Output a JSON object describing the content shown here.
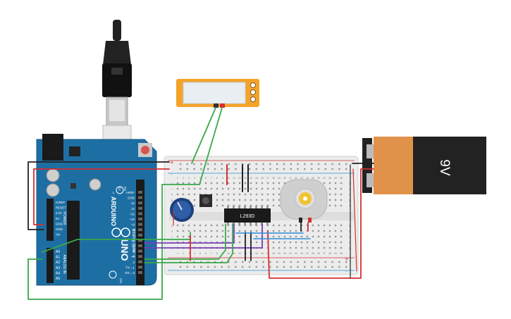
{
  "arduino": {
    "brand": "ARDUINO",
    "model": "UNO",
    "header_labels": [
      "AREF",
      "GND",
      "13",
      "12",
      "~11",
      "~10",
      "~9",
      "8",
      "7",
      "~6",
      "~5",
      "4",
      "~3",
      "2",
      "TX→1",
      "RX←0"
    ],
    "digital_label": "DIGITAL (PWM ~)",
    "power_label": "POWER",
    "power_pins": [
      "IOREF",
      "RESET",
      "3.3V",
      "5V",
      "GND",
      "GND",
      "Vin"
    ],
    "analog_label": "ANALOG IN",
    "analog_pins": [
      "A0",
      "A1",
      "A2",
      "A3",
      "A4",
      "A5"
    ],
    "tx_label": "TX",
    "rx_label": "RX",
    "l_label": "L",
    "on_label": "ON"
  },
  "breadboard": {
    "columns": [
      "1",
      "2",
      "3",
      "4",
      "5",
      "6",
      "7",
      "8",
      "9",
      "10",
      "11",
      "12",
      "13",
      "14",
      "15",
      "16",
      "17",
      "18",
      "19",
      "20",
      "21",
      "22",
      "23",
      "24",
      "25",
      "26",
      "27",
      "28",
      "29",
      "30"
    ],
    "rows_top": [
      "j",
      "i",
      "h",
      "g",
      "f"
    ],
    "rows_bottom": [
      "e",
      "d",
      "c",
      "b",
      "a"
    ],
    "rail_plus": "+",
    "rail_minus": "-"
  },
  "ic": {
    "label": "L293D"
  },
  "battery": {
    "label": "9V"
  },
  "colors": {
    "arduino_blue": "#1d6fa3",
    "wire_red": "#d32f2f",
    "wire_green": "#3aa84a",
    "wire_purple": "#7b3fb5",
    "wire_black": "#222222",
    "wire_blue": "#2b8fd6",
    "battery_orange": "#e0924a",
    "meter_orange": "#f4a32a"
  }
}
